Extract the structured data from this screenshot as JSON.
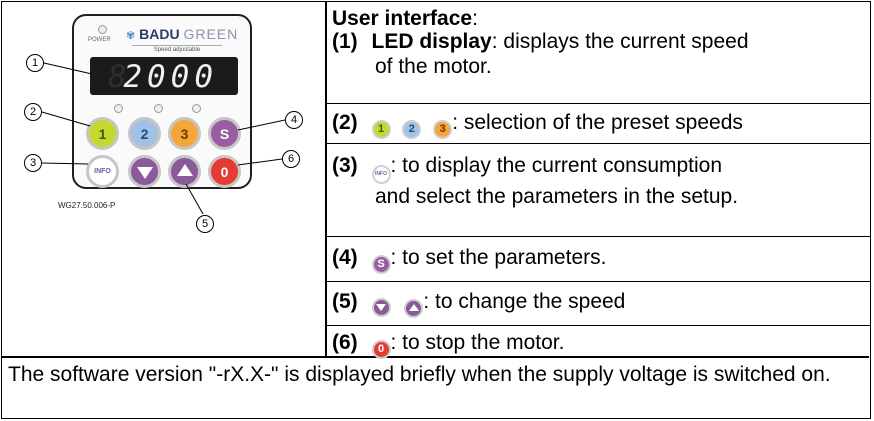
{
  "panel": {
    "power_label": "POWER",
    "brand_bold": "BADU",
    "brand_light": "GREEN",
    "subtitle": "Speed adjustable",
    "display_value": "2000",
    "display_ghost": "8",
    "doc_code": "WG27.50.006-P",
    "buttons": {
      "b1": "1",
      "b2": "2",
      "b3": "3",
      "bs": "S",
      "info": "INFO",
      "stop": "0"
    },
    "callouts": {
      "c1": "1",
      "c2": "2",
      "c3": "3",
      "c4": "4",
      "c5": "5",
      "c6": "6"
    }
  },
  "right": {
    "heading": "User interface",
    "heading_colon": ":",
    "items": [
      {
        "num": "(1)",
        "title": "LED display",
        "text_a": ": displays the current speed",
        "text_b": "of the motor."
      },
      {
        "num": "(2)",
        "text": ": selection of the preset speeds"
      },
      {
        "num": "(3)",
        "text_a": ": to display the current consumption",
        "text_b": "and select the parameters in the setup."
      },
      {
        "num": "(4)",
        "text": ": to set the parameters."
      },
      {
        "num": "(5)",
        "text": ": to change the speed"
      },
      {
        "num": "(6)",
        "text": ": to stop the motor."
      }
    ]
  },
  "footer": {
    "text": "The software version \"-rX.X-\" is displayed briefly when the supply voltage is switched on."
  },
  "colors": {
    "yellow": "#c5d82f",
    "blue": "#9fc2e6",
    "orange": "#f5a63b",
    "purple": "#9b5da2",
    "red": "#e43c32"
  }
}
